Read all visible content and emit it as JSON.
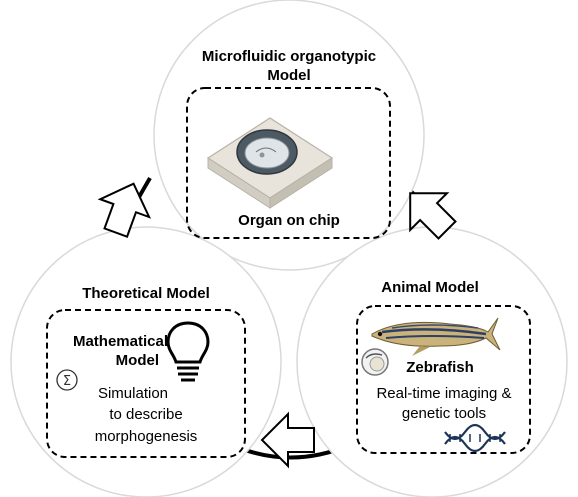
{
  "top_node": {
    "title_line1": "Microfluidic organotypic",
    "title_line2": "Model",
    "box_label": "Organ on chip"
  },
  "left_node": {
    "title": "Theoretical Model",
    "box_title_line1": "Mathematical",
    "box_title_line2": "Model",
    "text_line1": "Simulation",
    "text_line2": "to describe",
    "text_line3": "morphogenesis",
    "icons": [
      "sigma-icon",
      "lightbulb-icon"
    ]
  },
  "right_node": {
    "title": "Animal Model",
    "box_title": "Zebrafish",
    "text_line1": "Real-time imaging &",
    "text_line2": "genetic tools",
    "icons": [
      "zebrafish-image",
      "embryo-icon",
      "dna-icon"
    ]
  },
  "colors": {
    "circle_stroke": "#d9d9d9",
    "cycle_line": "#000000",
    "bulb_glow": "#f5e66a"
  }
}
